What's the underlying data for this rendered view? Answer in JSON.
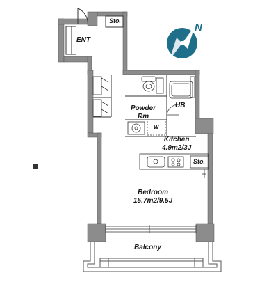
{
  "rooms": {
    "entrance": "ENT",
    "storage_top": "Sto.",
    "powder_room": "Powder\nRm",
    "unit_bath": "UB",
    "washer": "W",
    "kitchen": "Kitchen\n4.9m2/3J",
    "storage_kitchen": "Sto.",
    "bedroom": "Bedroom\n15.7m2/9.5J",
    "balcony": "Balcony"
  },
  "compass": {
    "label": "N",
    "color": "#1f6f8b"
  },
  "colors": {
    "wall": "#8c8c8c",
    "wall_edge": "#555555",
    "fixture_line": "#333333"
  }
}
